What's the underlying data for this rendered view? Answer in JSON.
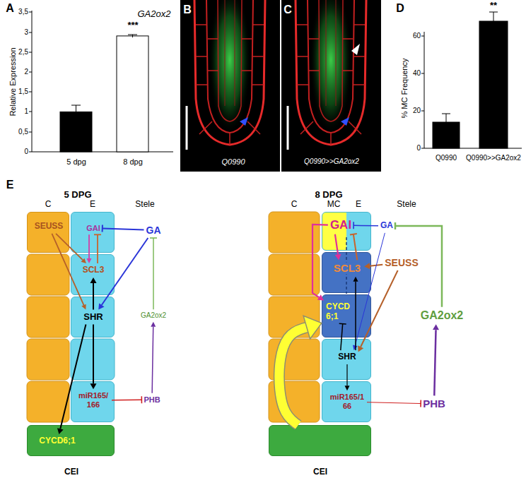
{
  "diagram": {
    "nodes": [
      {
        "text": [
          "SEUSS"
        ]
      },
      {
        "text": [
          "GAI"
        ]
      },
      {
        "text": [
          "SCL3"
        ]
      },
      {
        "text": [
          "SHR"
        ]
      },
      {
        "text": [
          "miR165/166"
        ]
      },
      {
        "text": [
          "GA"
        ]
      },
      {
        "text": [
          "GA2ox2"
        ]
      },
      {
        "text": [
          "PHB"
        ]
      },
      {
        "text": [
          "CYCD6;1",
          "CEI"
        ]
      },
      {
        "text": [
          "GAI"
        ]
      },
      {
        "text": [
          "SEUSS"
        ]
      },
      {
        "text": [
          "SCL3"
        ]
      },
      {
        "text": [
          "CYCD 6;1"
        ]
      },
      {
        "text": [
          "SHR"
        ]
      },
      {
        "text": [
          "miR165/166"
        ]
      },
      {
        "text": [
          "GA"
        ]
      },
      {
        "text": [
          "GA2ox2"
        ]
      },
      {
        "text": [
          "PHB"
        ]
      },
      {
        "text": [
          "CEI"
        ]
      }
    ],
    "edges": [
      {
        "from": 0,
        "to": 2,
        "arrow": "to"
      },
      {
        "from": 0,
        "to": 3,
        "arrow": "to"
      },
      {
        "from": 1,
        "to": 2,
        "arrow": "to"
      },
      {
        "from": 2,
        "to": 1,
        "arrow": "to"
      },
      {
        "from": 5,
        "to": 1,
        "arrow": "to"
      },
      {
        "from": 5,
        "to": 3,
        "arrow": "to"
      },
      {
        "from": 3,
        "to": 2,
        "arrow": "to"
      },
      {
        "from": 3,
        "to": 4,
        "arrow": "to"
      },
      {
        "from": 3,
        "to": 8,
        "arrow": "to"
      },
      {
        "from": 4,
        "to": 7,
        "arrow": "to"
      },
      {
        "from": 7,
        "to": 6,
        "arrow": "to"
      },
      {
        "from": 6,
        "to": 5,
        "arrow": "to"
      },
      {
        "from": 15,
        "to": 9,
        "arrow": "to"
      },
      {
        "from": 9,
        "to": 11,
        "arrow": "to"
      },
      {
        "from": 11,
        "to": 9,
        "arrow": "to"
      },
      {
        "from": 9,
        "to": 12,
        "arrow": "to"
      },
      {
        "from": 10,
        "to": 11,
        "arrow": "to"
      },
      {
        "from": 10,
        "to": 13,
        "arrow": "to"
      },
      {
        "from": 15,
        "to": 13,
        "arrow": "to"
      },
      {
        "from": 13,
        "to": 11,
        "arrow": "to"
      },
      {
        "from": 13,
        "to": 12,
        "arrow": "to"
      },
      {
        "from": 13,
        "to": 14,
        "arrow": "to"
      },
      {
        "from": 14,
        "to": 17,
        "arrow": "to"
      },
      {
        "from": 17,
        "to": 16,
        "arrow": "to"
      },
      {
        "from": 16,
        "to": 15,
        "arrow": "to"
      },
      {
        "from": 18,
        "to": 12,
        "arrow": "to"
      }
    ],
    "labels": [
      "A",
      "GA2ox2",
      "***",
      "3,5",
      "3",
      "2,5",
      "2",
      "1,5",
      "1",
      "0,5",
      "0",
      "Relative Expression",
      "5 dpg",
      "8 dpg",
      "B",
      "Q0990",
      "C",
      "Q0990>>GA2ox2",
      "D",
      "**",
      "60",
      "40",
      "20",
      "0",
      "% MC Frequency",
      "Q0990",
      "Q0990>>GA2ox2",
      "E",
      "5 DPG",
      "C",
      "E",
      "Stele",
      "8 DPG",
      "C",
      "MC",
      "E",
      "Stele"
    ]
  }
}
